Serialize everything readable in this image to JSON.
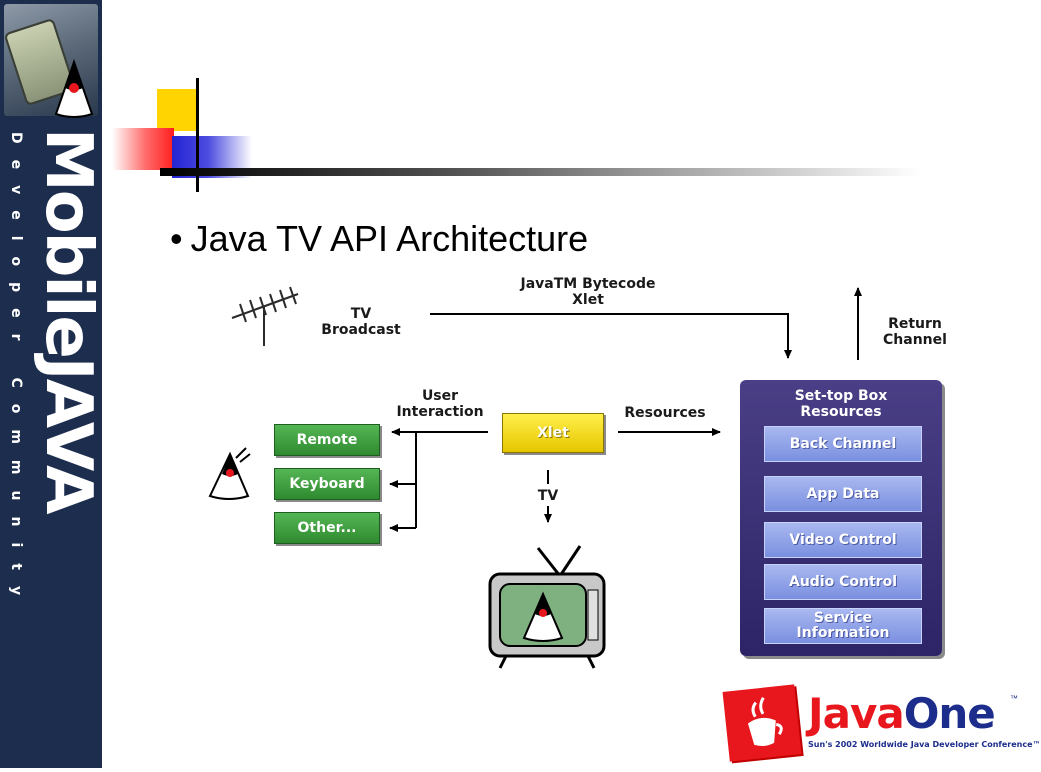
{
  "sidebar": {
    "title_big": "MobileJAVA",
    "title_small": "Developer Community"
  },
  "slide": {
    "bullet": "Java TV API Architecture"
  },
  "diagram": {
    "tv_broadcast": "TV\nBroadcast",
    "bytecode": "JavaTM Bytecode\nXlet",
    "return_channel": "Return\nChannel",
    "user_interaction": "User\nInteraction",
    "resources_label": "Resources",
    "tv_label": "TV",
    "xlet": "Xlet",
    "inputs": [
      "Remote",
      "Keyboard",
      "Other..."
    ],
    "stb_title": "Set-top Box\nResources",
    "stb_items": [
      "Back Channel",
      "App Data",
      "Video Control",
      "Audio Control",
      "Service\nInformation"
    ]
  },
  "logo": {
    "java": "Java",
    "one": "One",
    "tm": "™",
    "tagline": "Sun's 2002 Worldwide Java Developer Conference™"
  }
}
